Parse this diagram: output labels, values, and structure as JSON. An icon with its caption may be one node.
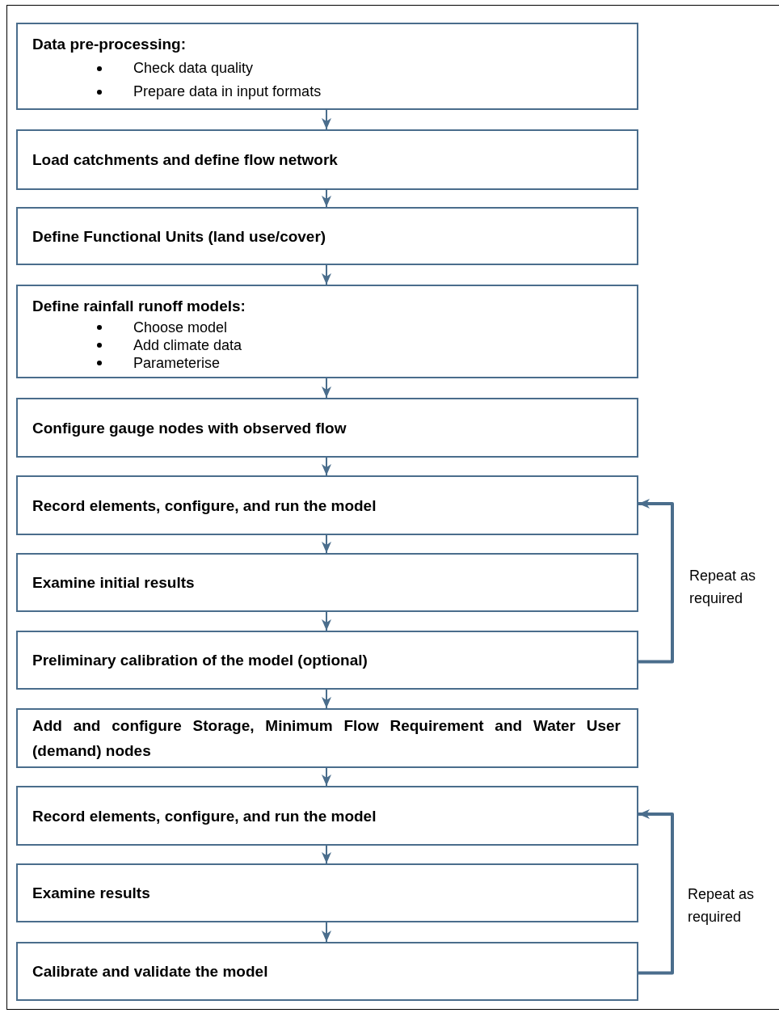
{
  "diagram": {
    "nodes": [
      {
        "text": [
          "Data pre-processing:",
          "Check data quality",
          "Prepare data in input formats"
        ]
      },
      {
        "text": [
          "Load catchments and define flow network"
        ]
      },
      {
        "text": [
          "Define Functional Units (land use/cover)"
        ]
      },
      {
        "text": [
          "Define rainfall runoff models:",
          "Choose model",
          "Add climate data",
          "Parameterise"
        ]
      },
      {
        "text": [
          "Configure gauge nodes with observed flow"
        ]
      },
      {
        "text": [
          "Record elements, configure, and run the model"
        ]
      },
      {
        "text": [
          "Examine initial results"
        ]
      },
      {
        "text": [
          "Preliminary calibration of the model (optional)"
        ]
      },
      {
        "text": [
          "Add and configure Storage, Minimum Flow Requirement and Water User (demand) nodes"
        ]
      },
      {
        "text": [
          "Record elements, configure, and run the model"
        ]
      },
      {
        "text": [
          "Examine results"
        ]
      },
      {
        "text": [
          "Calibrate and validate the model"
        ]
      }
    ],
    "edges": [
      {
        "from": 0,
        "to": 1,
        "arrow": "to"
      },
      {
        "from": 1,
        "to": 2,
        "arrow": "to"
      },
      {
        "from": 2,
        "to": 3,
        "arrow": "to"
      },
      {
        "from": 3,
        "to": 4,
        "arrow": "to"
      },
      {
        "from": 4,
        "to": 5,
        "arrow": "to"
      },
      {
        "from": 5,
        "to": 6,
        "arrow": "to"
      },
      {
        "from": 6,
        "to": 7,
        "arrow": "to"
      },
      {
        "from": 7,
        "to": 8,
        "arrow": "to"
      },
      {
        "from": 8,
        "to": 9,
        "arrow": "to"
      },
      {
        "from": 9,
        "to": 10,
        "arrow": "to"
      },
      {
        "from": 10,
        "to": 11,
        "arrow": "to"
      },
      {
        "from": 7,
        "to": 5,
        "arrow": "to",
        "style": "thick",
        "label": "Repeat as required"
      },
      {
        "from": 11,
        "to": 9,
        "arrow": "to",
        "style": "thick",
        "label": "Repeat as required"
      }
    ]
  }
}
